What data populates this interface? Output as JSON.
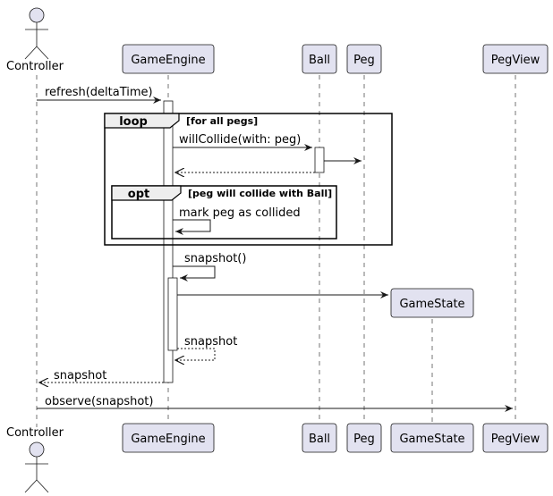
{
  "participants": {
    "controller": "Controller",
    "game_engine": "GameEngine",
    "ball": "Ball",
    "peg": "Peg",
    "game_state": "GameState",
    "peg_view": "PegView"
  },
  "messages": {
    "refresh": "refresh(deltaTime)",
    "will_collide": "willCollide(with: peg)",
    "mark_collided": "mark peg as collided",
    "snapshot_call": "snapshot()",
    "snapshot_return_inner": "snapshot",
    "snapshot_return_outer": "snapshot",
    "observe": "observe(snapshot)"
  },
  "fragments": {
    "loop": {
      "keyword": "loop",
      "condition": "[for all pegs]"
    },
    "opt": {
      "keyword": "opt",
      "condition": "[peg will collide with Ball]"
    }
  },
  "colors": {
    "participant_fill": "#E2E2F0",
    "line": "#181818",
    "fragment_tab": "#EEEEEE"
  }
}
